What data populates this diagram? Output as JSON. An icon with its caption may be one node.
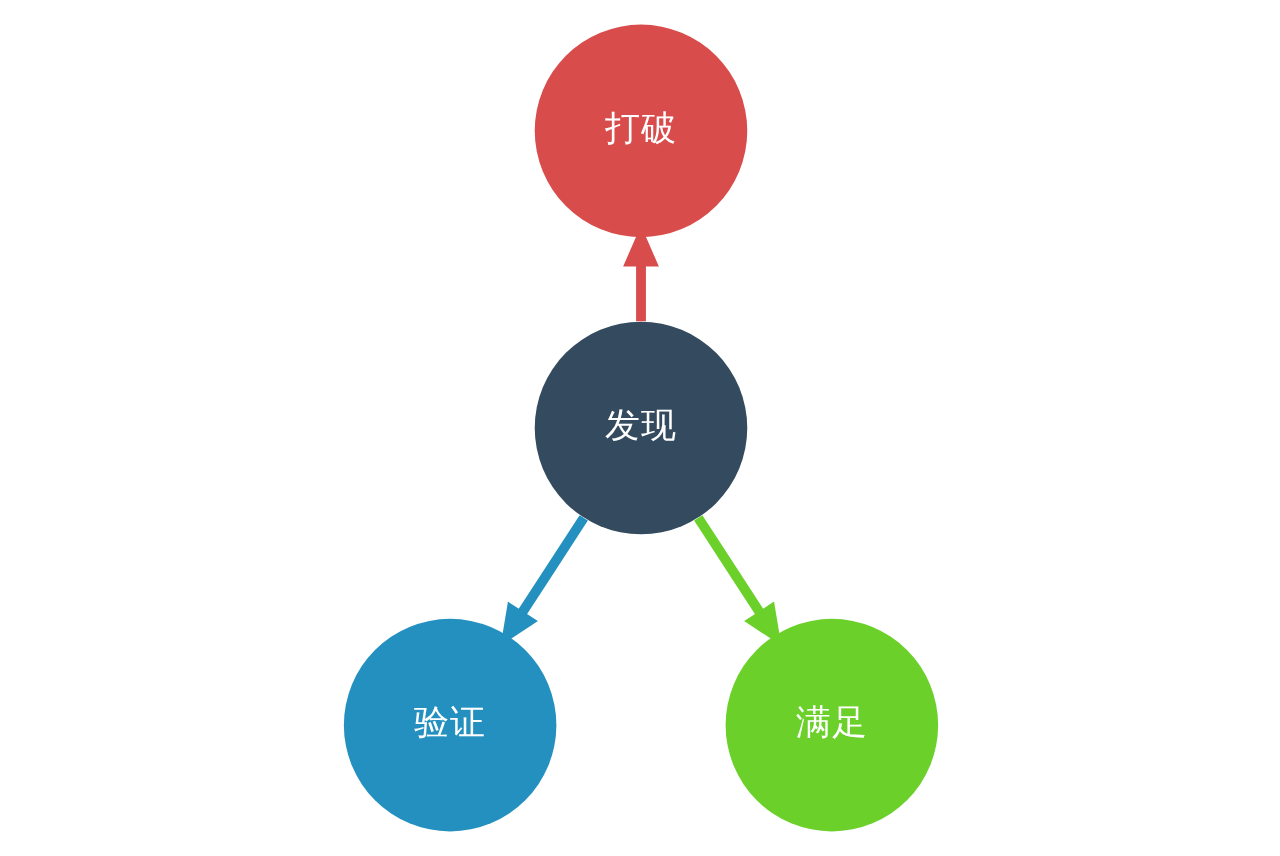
{
  "diagram": {
    "nodes": [
      {
        "text": [
          "打破"
        ]
      },
      {
        "text": [
          "发现"
        ]
      },
      {
        "text": [
          "验证"
        ]
      },
      {
        "text": [
          "满足"
        ]
      }
    ],
    "edges": [
      {
        "from": 1,
        "to": 0,
        "arrow": "to",
        "color": "#d94c4c"
      },
      {
        "from": 1,
        "to": 2,
        "arrow": "to",
        "color": "#2390bf"
      },
      {
        "from": 1,
        "to": 3,
        "arrow": "to",
        "color": "#6bd12a"
      }
    ]
  }
}
